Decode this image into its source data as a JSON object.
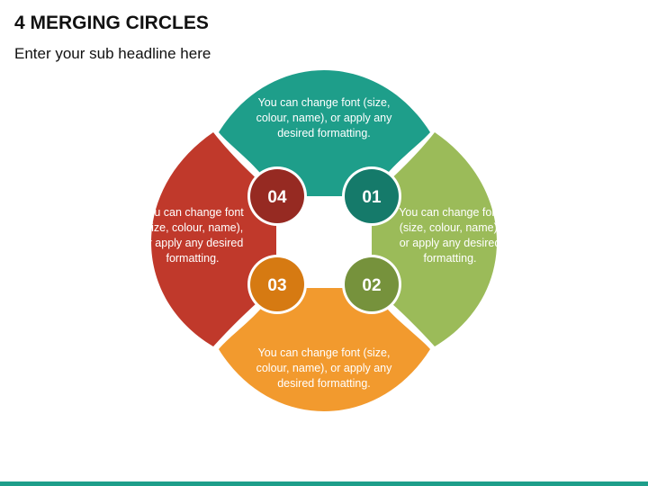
{
  "header": {
    "title": "4 MERGING CIRCLES",
    "subtitle": "Enter your sub headline here"
  },
  "petals": [
    {
      "position": "top",
      "color": "#1e9e8a",
      "text": "You can change font (size, colour, name), or apply any desired formatting."
    },
    {
      "position": "right",
      "color": "#9bbb59",
      "text": "You can change font (size, colour, name), or apply any desired formatting."
    },
    {
      "position": "bottom",
      "color": "#f29a2e",
      "text": "You can change font (size, colour, name), or apply any desired formatting."
    },
    {
      "position": "left",
      "color": "#c0392b",
      "text": "You can change font (size, colour, name), or apply any desired formatting."
    }
  ],
  "badges": [
    {
      "label": "01",
      "color": "#157a6a"
    },
    {
      "label": "02",
      "color": "#76923c"
    },
    {
      "label": "03",
      "color": "#d67a12"
    },
    {
      "label": "04",
      "color": "#962a22"
    }
  ],
  "accent_color": "#1e9e8a"
}
